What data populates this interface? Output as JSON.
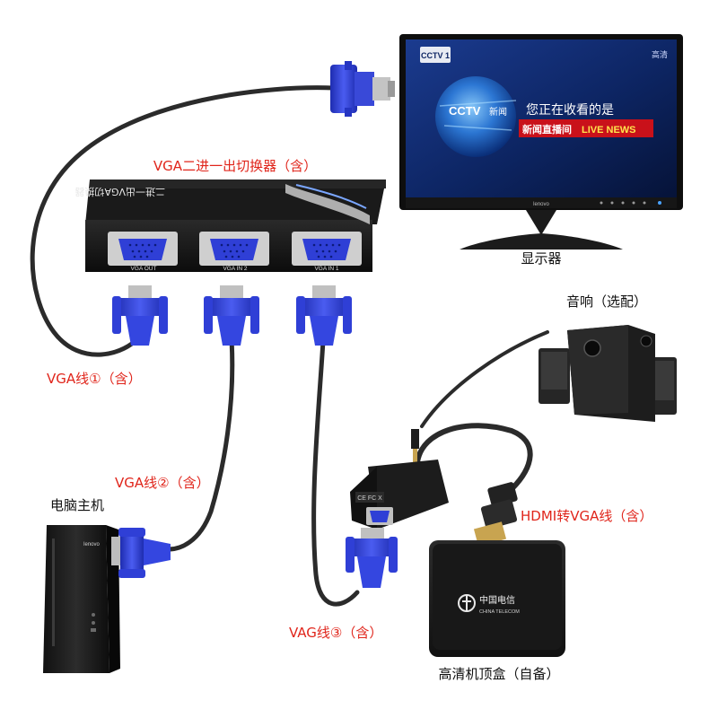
{
  "labels": {
    "switcher": "VGA二进一出切换器（含）",
    "monitor": "显示器",
    "speaker": "音响（选配）",
    "cable1": "VGA线①（含）",
    "cable2": "VGA线②（含）",
    "cable3": "VAG线③（含）",
    "pc": "电脑主机",
    "hdmi": "HDMI转VGA线（含）",
    "stb": "高清机顶盒（自备）"
  },
  "switcher_ports": {
    "out": "VGA OUT",
    "in2": "VGA IN 2",
    "in1": "VGA IN 1"
  },
  "tv": {
    "channel_logo": "CCTV 1",
    "corner": "高清",
    "news_line1": "您正在收看的是",
    "news_line2": "新闻直播间",
    "news_line3": "LIVE NEWS",
    "cctv": "CCTV",
    "cctv_sub": "新闻"
  },
  "brands": {
    "monitor": "lenovo",
    "pc": "lenovo",
    "stb_cn": "中国电信",
    "stb_en": "CHINA TELECOM",
    "adapter": "CE FC X"
  },
  "colors": {
    "label_red": "#e0251b",
    "vga_blue": "#2f3fd6",
    "device_black": "#1a1a1a"
  }
}
